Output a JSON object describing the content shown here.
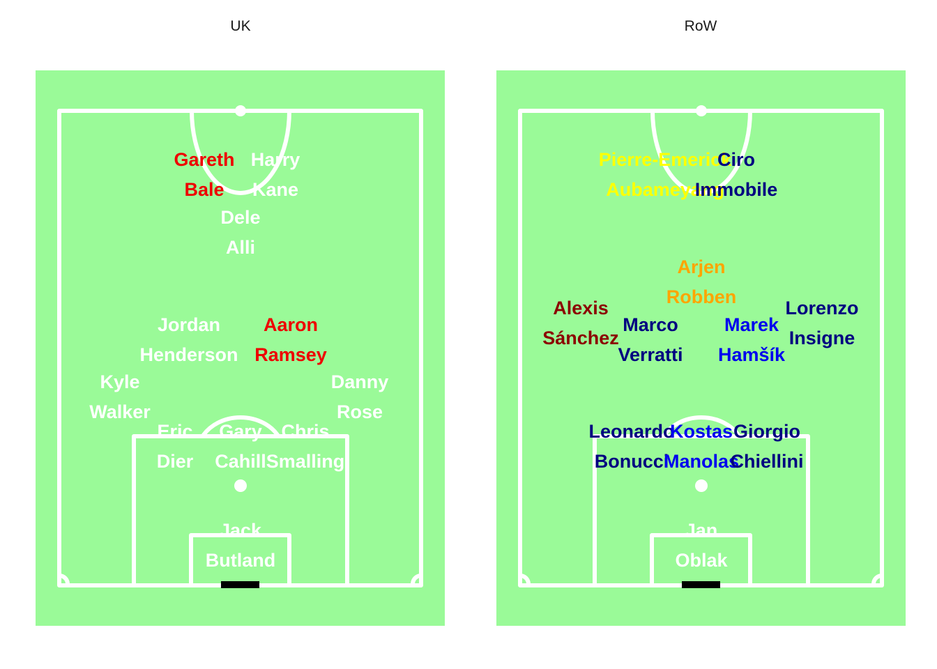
{
  "colors": {
    "pitch": "#9AFA98",
    "lines": "#FFFFFF",
    "goal": "#000000",
    "background": "#FFFFFF"
  },
  "panels": [
    {
      "title": "UK",
      "players": [
        {
          "first": "Gareth",
          "last": "Bale",
          "color": "#EE0000"
        },
        {
          "first": "Harry",
          "last": "Kane",
          "color": "#FFFFFF"
        },
        {
          "first": "Dele",
          "last": "Alli",
          "color": "#FFFFFF"
        },
        {
          "first": "Jordan",
          "last": "Henderson",
          "color": "#FFFFFF"
        },
        {
          "first": "Aaron",
          "last": "Ramsey",
          "color": "#EE0000"
        },
        {
          "first": "Kyle",
          "last": "Walker",
          "color": "#FFFFFF"
        },
        {
          "first": "Danny",
          "last": "Rose",
          "color": "#FFFFFF"
        },
        {
          "first": "Eric",
          "last": "Dier",
          "color": "#FFFFFF"
        },
        {
          "first": "Gary",
          "last": "Cahill",
          "color": "#FFFFFF"
        },
        {
          "first": "Chris",
          "last": "Smalling",
          "color": "#FFFFFF"
        },
        {
          "first": "Jack",
          "last": "Butland",
          "color": "#FFFFFF"
        }
      ]
    },
    {
      "title": "RoW",
      "players": [
        {
          "first": "Pierre-Emerick",
          "last": "Aubameyang",
          "color": "#FFFF00"
        },
        {
          "first": "Ciro",
          "last": "Immobile",
          "color": "#000080"
        },
        {
          "first": "Arjen",
          "last": "Robben",
          "color": "#FFA500"
        },
        {
          "first": "Alexis",
          "last": "Sánchez",
          "color": "#8B0000"
        },
        {
          "first": "Marco",
          "last": "Verratti",
          "color": "#000080"
        },
        {
          "first": "Marek",
          "last": "Hamšík",
          "color": "#0000EE"
        },
        {
          "first": "Lorenzo",
          "last": "Insigne",
          "color": "#000080"
        },
        {
          "first": "Leonardo",
          "last": "Bonucci",
          "color": "#000080"
        },
        {
          "first": "Kostas",
          "last": "Manolas",
          "color": "#0000EE"
        },
        {
          "first": "Giorgio",
          "last": "Chiellini",
          "color": "#000080"
        },
        {
          "first": "Jan",
          "last": "Oblak",
          "color": "#FFFFFF"
        }
      ]
    }
  ]
}
